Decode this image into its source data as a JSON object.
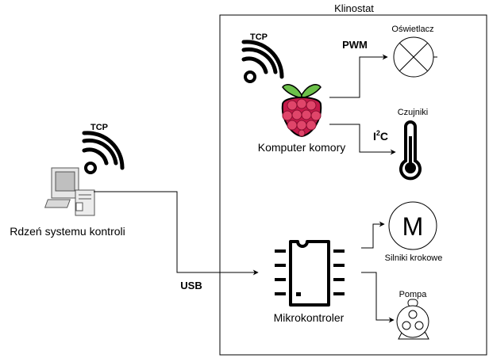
{
  "container": {
    "title": "Klinostat"
  },
  "control": {
    "tcp_label": "TCP",
    "name": "Rdzeń systemu kontroli"
  },
  "computer": {
    "tcp_label": "TCP",
    "name": "Komputer komory"
  },
  "connections": {
    "usb": "USB",
    "pwm": "PWM",
    "i2c_base": "I",
    "i2c_sup": "2",
    "i2c_tail": "C"
  },
  "devices": {
    "lamp": "Oświetlacz",
    "sensors": "Czujniki",
    "motor_symbol": "M",
    "motors": "Silniki krokowe",
    "pump": "Pompa"
  },
  "microcontroller": {
    "name": "Mikrokontroler"
  }
}
